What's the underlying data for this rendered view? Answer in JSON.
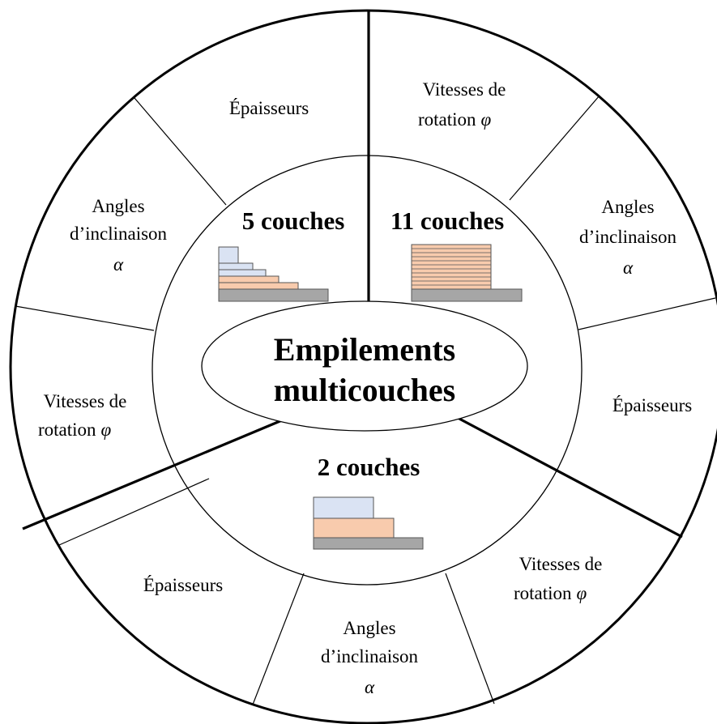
{
  "center": {
    "line1": "Empilements",
    "line2": "multicouches"
  },
  "sectors": {
    "five_layers": "5 couches",
    "eleven_layers": "11 couches",
    "two_layers": "2 couches"
  },
  "outer": {
    "epaisseurs": "Épaisseurs",
    "vitesses_line1": "Vitesses de",
    "vitesses_line2": "rotation",
    "phi": "φ",
    "angles_line1": "Angles",
    "angles_line2": "d’inclinaison",
    "alpha": "α"
  },
  "colors": {
    "blue_layer": "#dae3f3",
    "orange_layer": "#f8cbad",
    "substrate": "#a6a6a6",
    "outline": "#000000"
  }
}
